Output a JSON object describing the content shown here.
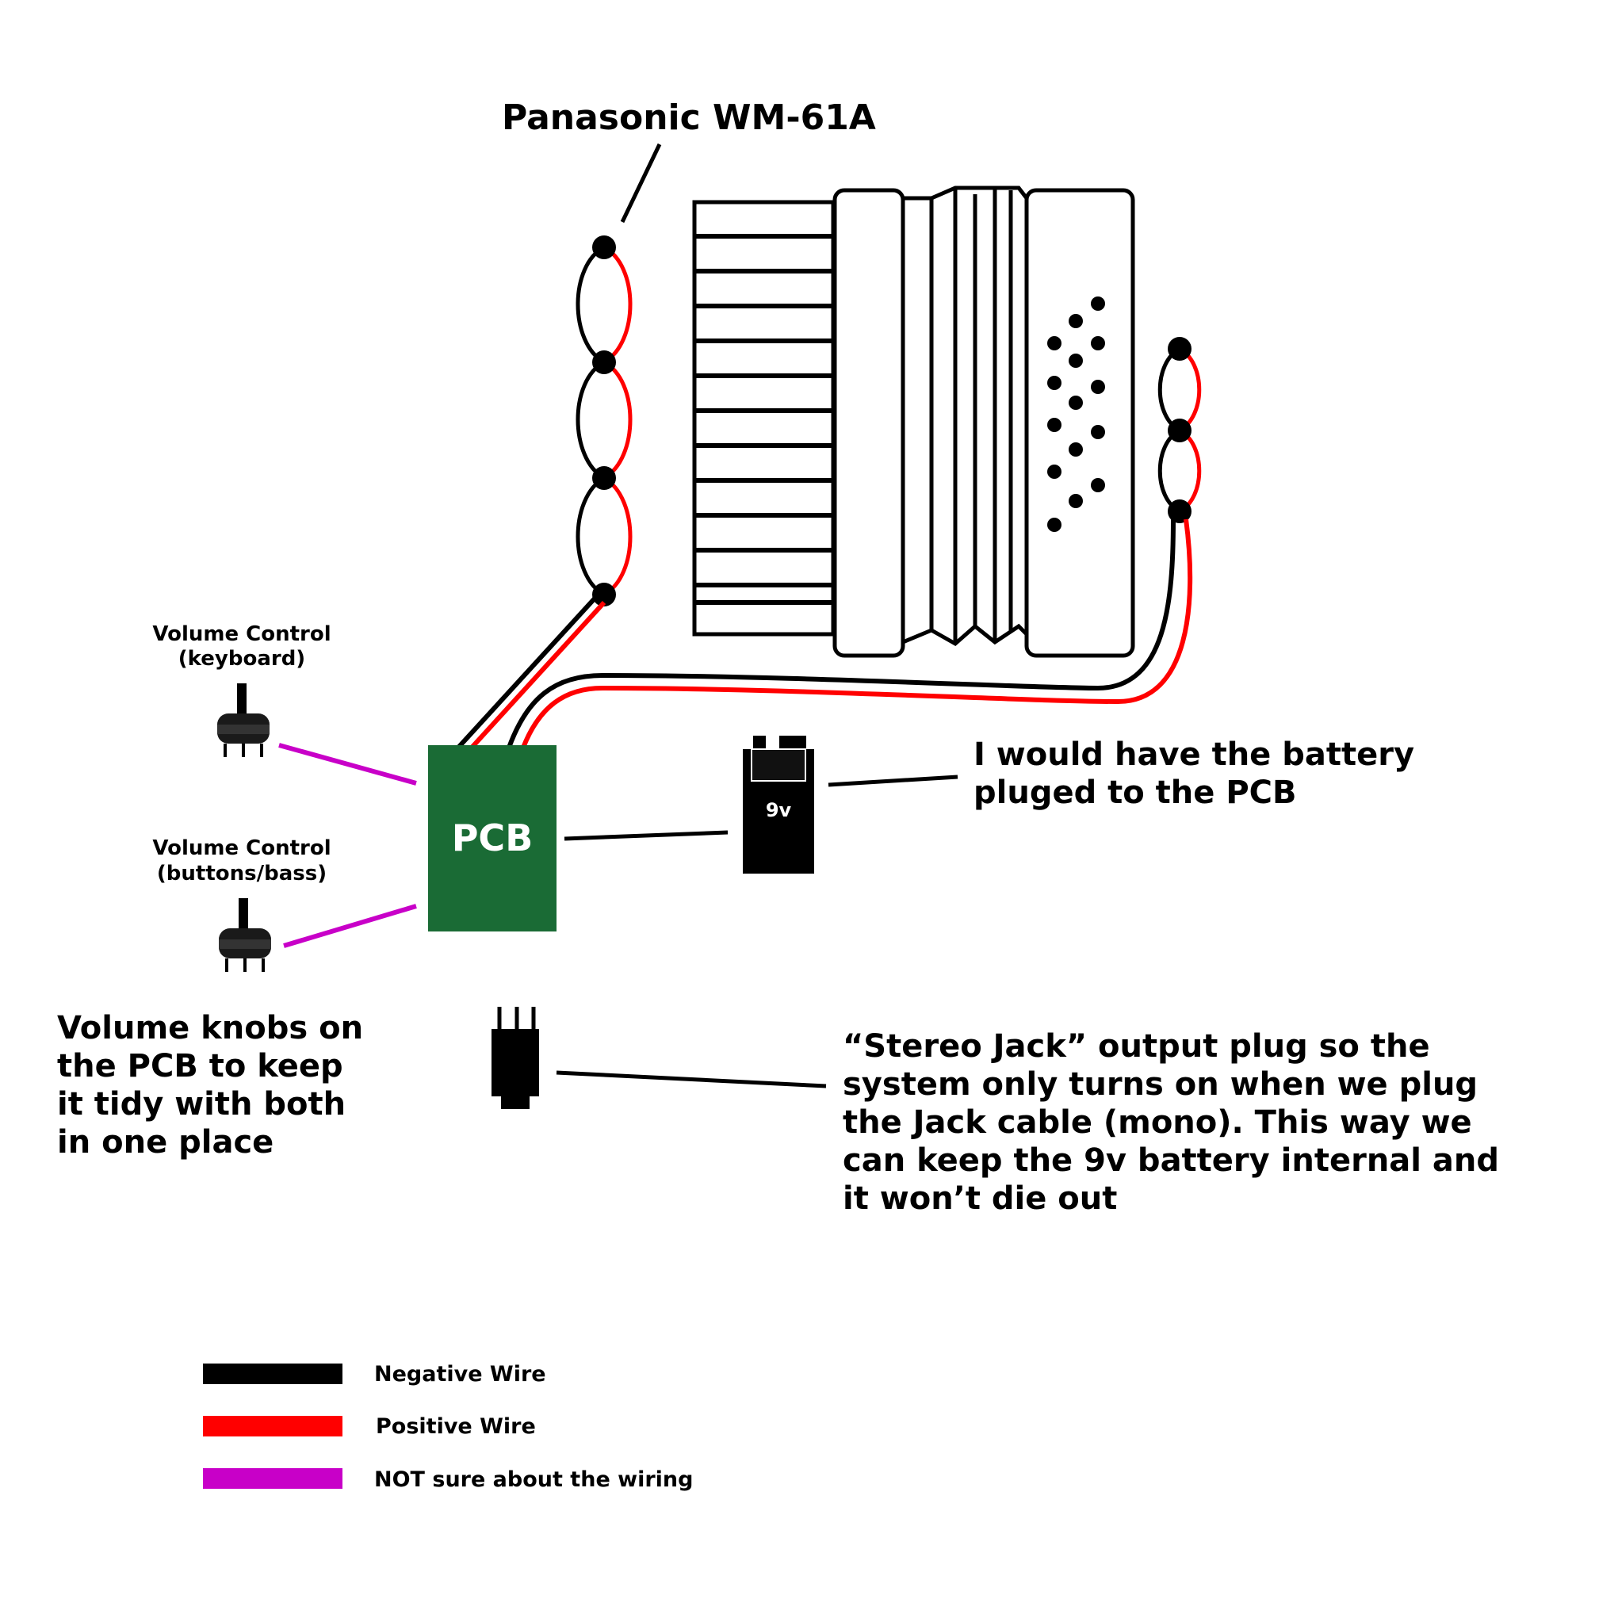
{
  "labels": {
    "mic": "Panasonic WM-61A",
    "vol_keyboard_1": "Volume Control",
    "vol_keyboard_2": "(keyboard)",
    "vol_bass_1": "Volume Control",
    "vol_bass_2": "(buttons/bass)",
    "pcb": "PCB",
    "battery": "9v",
    "battery_note": [
      "I would have the battery",
      "pluged to the PCB"
    ],
    "knobs_note": [
      "Volume knobs on",
      "the PCB to keep",
      "it tidy with both",
      "in one place"
    ],
    "jack_note": [
      "“Stereo Jack” output plug so the",
      "system only turns on when we plug",
      "the Jack cable (mono). This way we",
      "can keep the 9v battery internal and",
      "it won’t die out"
    ]
  },
  "legend": [
    {
      "label": "Negative Wire",
      "color": "#000000"
    },
    {
      "label": "Positive Wire",
      "color": "#ff0000"
    },
    {
      "label": "NOT sure about the wiring",
      "color": "#c800c8"
    }
  ],
  "colors": {
    "pcb": "#1a6b35",
    "negative": "#000000",
    "positive": "#ff0000",
    "uncertain": "#c800c8"
  }
}
